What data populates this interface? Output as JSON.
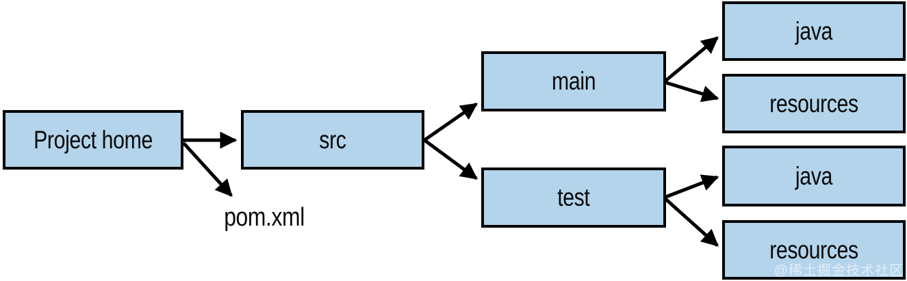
{
  "diagram": {
    "nodes": {
      "project_home": {
        "label": "Project home"
      },
      "src": {
        "label": "src"
      },
      "main": {
        "label": "main"
      },
      "test": {
        "label": "test"
      },
      "main_java": {
        "label": "java"
      },
      "main_resources": {
        "label": "resources"
      },
      "test_java": {
        "label": "java"
      },
      "test_resources": {
        "label": "resources"
      }
    },
    "floating_label": {
      "text": "pom.xml"
    },
    "edges": [
      {
        "from": "Project home",
        "to": "src"
      },
      {
        "from": "Project home",
        "to": "pom.xml"
      },
      {
        "from": "src",
        "to": "main"
      },
      {
        "from": "src",
        "to": "test"
      },
      {
        "from": "main",
        "to": "java"
      },
      {
        "from": "main",
        "to": "resources"
      },
      {
        "from": "test",
        "to": "java"
      },
      {
        "from": "test",
        "to": "resources"
      }
    ],
    "colors": {
      "node_fill": "#b3d4eb",
      "node_border": "#000000",
      "arrow": "#000000",
      "background": "#ffffff"
    }
  },
  "watermark": {
    "text": "@稀土掘金技术社区"
  }
}
